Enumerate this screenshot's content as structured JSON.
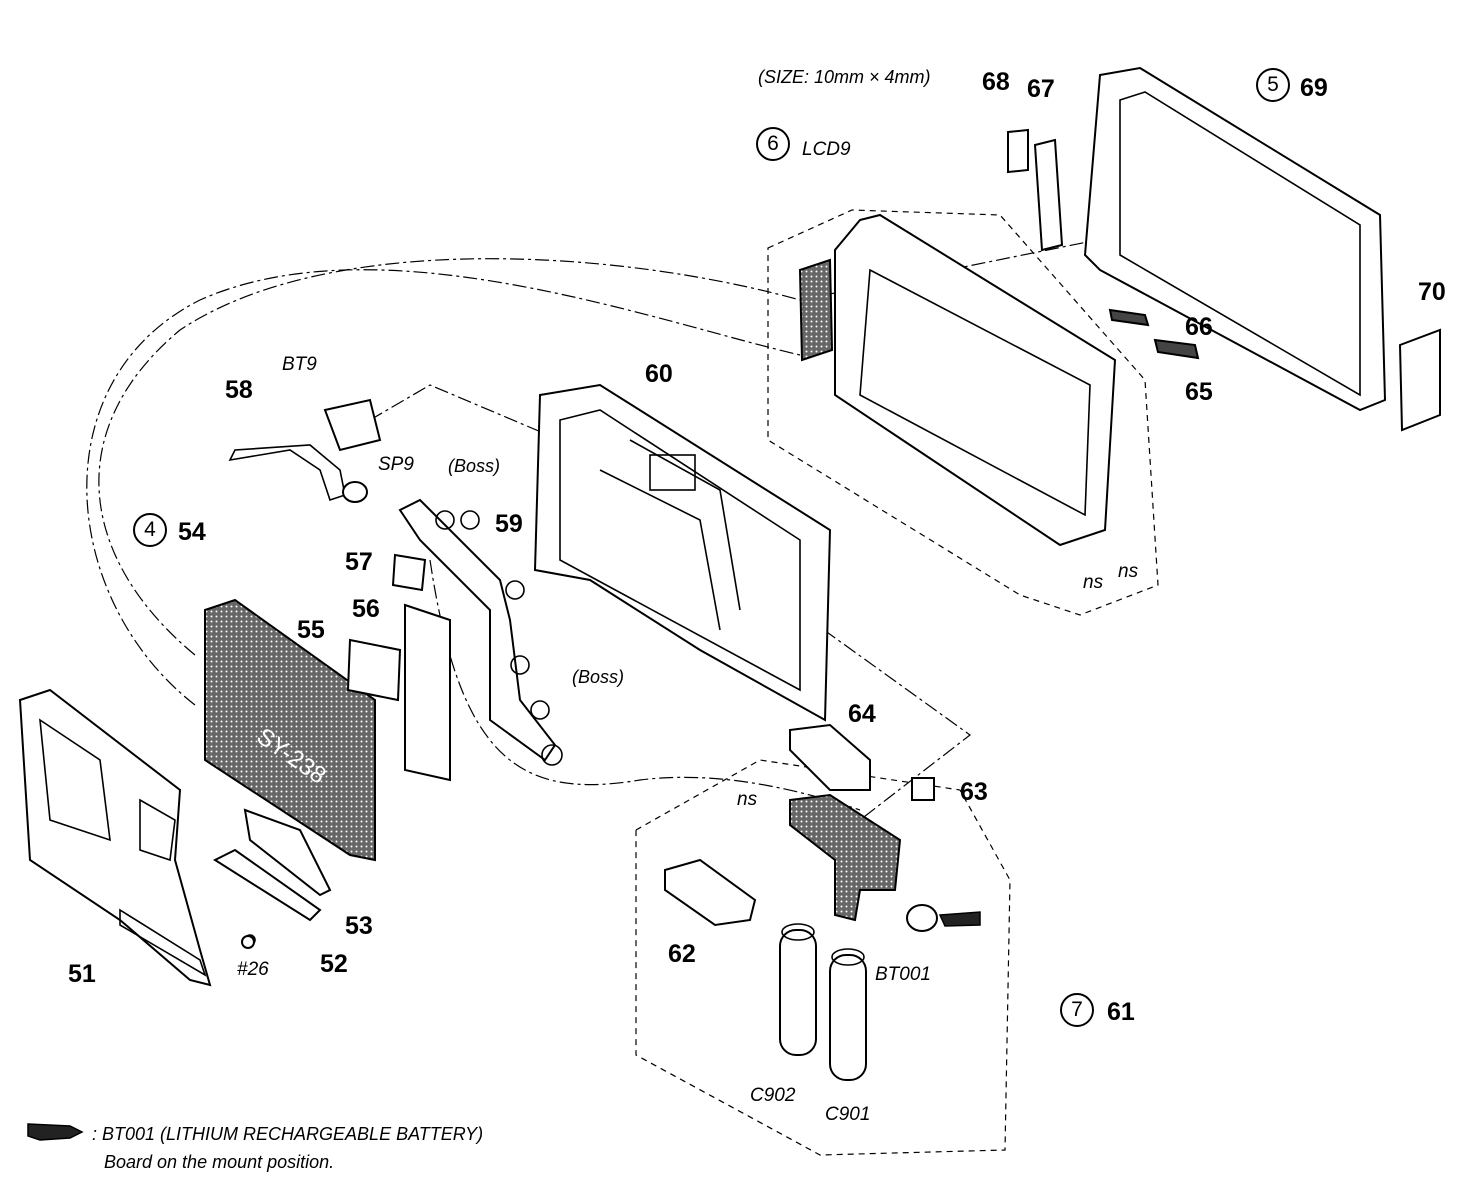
{
  "callouts": {
    "c51": "51",
    "c52": "52",
    "c53": "53",
    "c54": "54",
    "c55": "55",
    "c56": "56",
    "c57": "57",
    "c58": "58",
    "c59": "59",
    "c60": "60",
    "c61": "61",
    "c62": "62",
    "c63": "63",
    "c64": "64",
    "c65": "65",
    "c66": "66",
    "c67": "67",
    "c68": "68",
    "c69": "69",
    "c70": "70"
  },
  "circled": {
    "g4": "4",
    "g5": "5",
    "g6": "6",
    "g7": "7"
  },
  "refs": {
    "bt9": "BT9",
    "sp9": "SP9",
    "lcd9": "LCD9",
    "screw": "#26",
    "bt001": "BT001",
    "c902": "C902",
    "c901": "C901",
    "ns1": "ns",
    "ns2": "ns",
    "ns3": "ns",
    "boss1": "(Boss)",
    "boss2": "(Boss)"
  },
  "size_note": "(SIZE: 10mm × 4mm)",
  "footnote": {
    "line1": ": BT001 (LITHIUM RECHARGEABLE BATTERY)",
    "line2": "Board on the mount position."
  },
  "icons": {
    "battery_marker": "hand-pointer-icon"
  }
}
